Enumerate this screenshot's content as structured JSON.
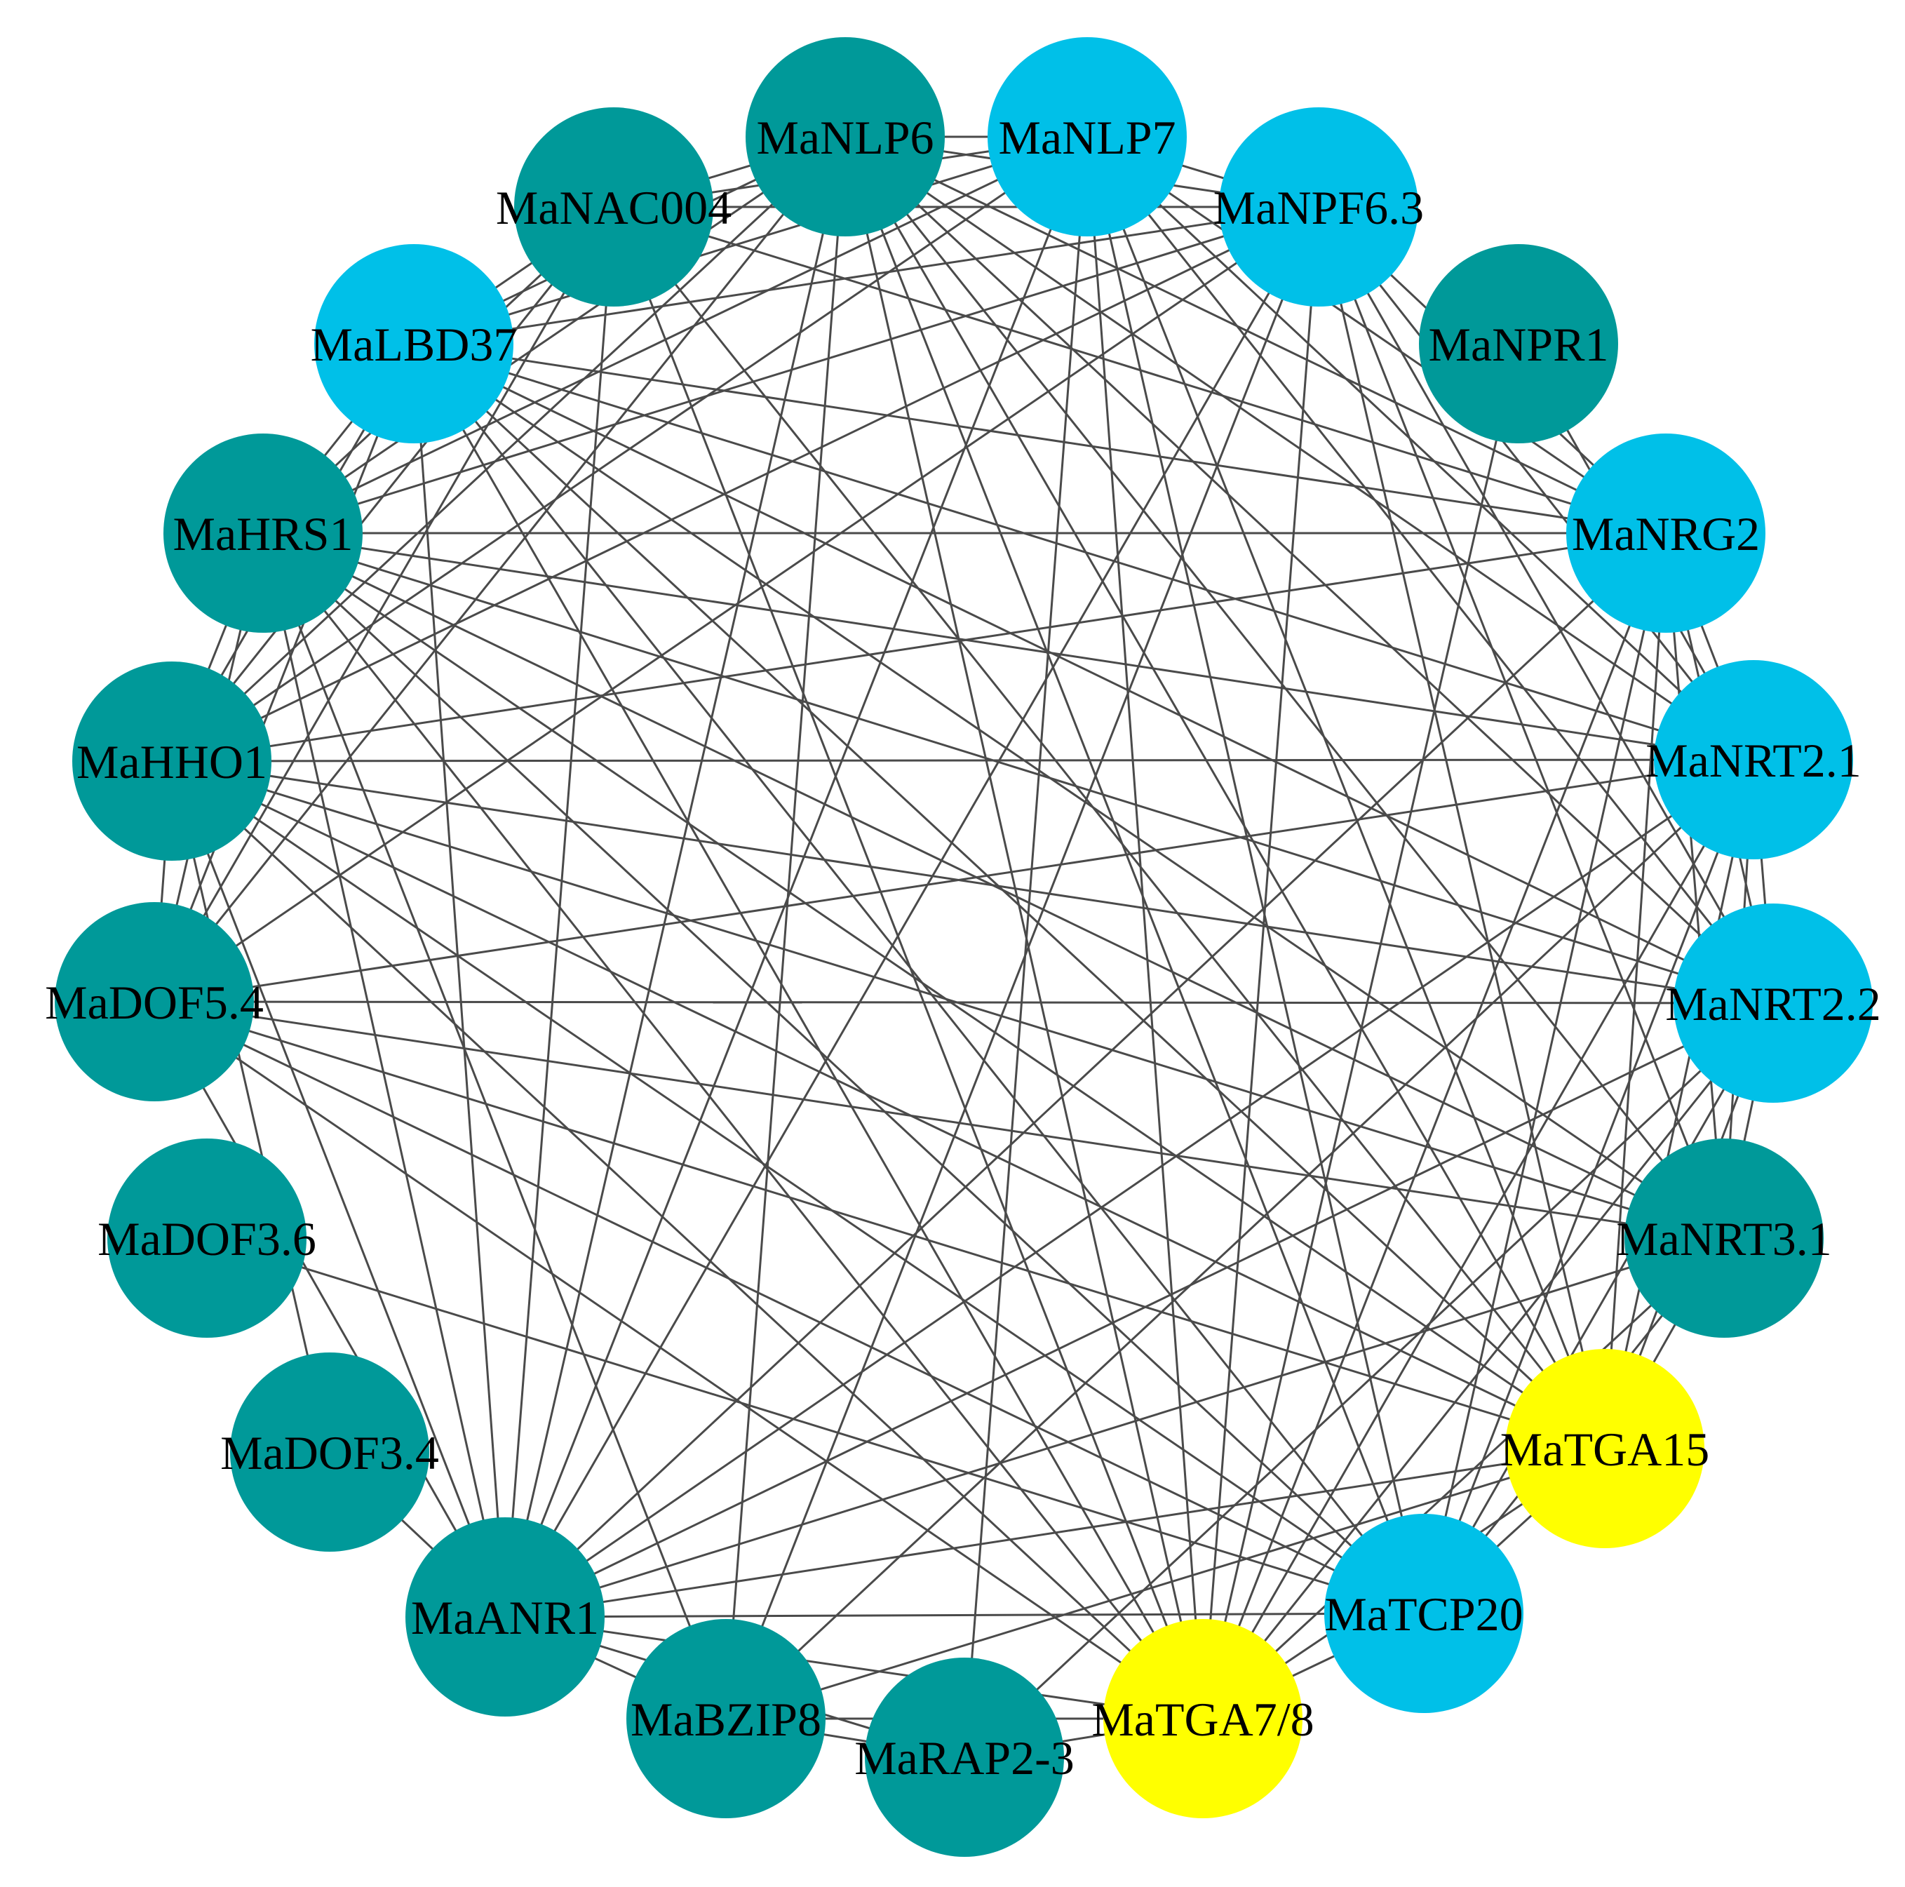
{
  "colors": {
    "teal": "#009999",
    "light_blue": "#00c0e8",
    "yellow": "#ffff00",
    "edge": "#4a4a4a",
    "label": "#000000"
  },
  "nodes": [
    {
      "id": "MaNLP6",
      "label": "MaNLP6",
      "color": "teal"
    },
    {
      "id": "MaNLP7",
      "label": "MaNLP7",
      "color": "light_blue"
    },
    {
      "id": "MaNPF6.3",
      "label": "MaNPF6.3",
      "color": "light_blue"
    },
    {
      "id": "MaNPR1",
      "label": "MaNPR1",
      "color": "teal"
    },
    {
      "id": "MaNRG2",
      "label": "MaNRG2",
      "color": "light_blue"
    },
    {
      "id": "MaNRT2.1",
      "label": "MaNRT2.1",
      "color": "light_blue"
    },
    {
      "id": "MaNRT2.2",
      "label": "MaNRT2.2",
      "color": "light_blue"
    },
    {
      "id": "MaNRT3.1",
      "label": "MaNRT3.1",
      "color": "teal"
    },
    {
      "id": "MaTGA15",
      "label": "MaTGA15",
      "color": "yellow"
    },
    {
      "id": "MaTCP20",
      "label": "MaTCP20",
      "color": "light_blue"
    },
    {
      "id": "MaTGA7/8",
      "label": "MaTGA7/8",
      "color": "yellow"
    },
    {
      "id": "MaRAP2-3",
      "label": "MaRAP2-3",
      "color": "teal"
    },
    {
      "id": "MaBZIP8",
      "label": "MaBZIP8",
      "color": "teal"
    },
    {
      "id": "MaANR1",
      "label": "MaANR1",
      "color": "teal"
    },
    {
      "id": "MaDOF3.4",
      "label": "MaDOF3.4",
      "color": "teal"
    },
    {
      "id": "MaDOF3.6",
      "label": "MaDOF3.6",
      "color": "teal"
    },
    {
      "id": "MaDOF5.4",
      "label": "MaDOF5.4",
      "color": "teal"
    },
    {
      "id": "MaHHO1",
      "label": "MaHHO1",
      "color": "teal"
    },
    {
      "id": "MaHRS1",
      "label": "MaHRS1",
      "color": "teal"
    },
    {
      "id": "MaLBD37",
      "label": "MaLBD37",
      "color": "light_blue"
    },
    {
      "id": "MaNAC004",
      "label": "MaNAC004",
      "color": "teal"
    }
  ],
  "edges": [
    [
      "MaNLP6",
      "MaNLP7"
    ],
    [
      "MaNLP6",
      "MaNPF6.3"
    ],
    [
      "MaNLP6",
      "MaNRG2"
    ],
    [
      "MaNLP6",
      "MaNRT2.1"
    ],
    [
      "MaNLP6",
      "MaNRT2.2"
    ],
    [
      "MaNLP6",
      "MaNRT3.1"
    ],
    [
      "MaNLP6",
      "MaTGA15"
    ],
    [
      "MaNLP6",
      "MaTCP20"
    ],
    [
      "MaNLP6",
      "MaTGA7/8"
    ],
    [
      "MaNLP6",
      "MaBZIP8"
    ],
    [
      "MaNLP6",
      "MaANR1"
    ],
    [
      "MaNLP6",
      "MaDOF5.4"
    ],
    [
      "MaNLP6",
      "MaHHO1"
    ],
    [
      "MaNLP6",
      "MaHRS1"
    ],
    [
      "MaNLP6",
      "MaLBD37"
    ],
    [
      "MaNLP6",
      "MaNAC004"
    ],
    [
      "MaNLP7",
      "MaNPF6.3"
    ],
    [
      "MaNLP7",
      "MaNRG2"
    ],
    [
      "MaNLP7",
      "MaNRT2.1"
    ],
    [
      "MaNLP7",
      "MaNRT2.2"
    ],
    [
      "MaNLP7",
      "MaTGA15"
    ],
    [
      "MaNLP7",
      "MaTCP20"
    ],
    [
      "MaNLP7",
      "MaTGA7/8"
    ],
    [
      "MaNLP7",
      "MaRAP2-3"
    ],
    [
      "MaNLP7",
      "MaANR1"
    ],
    [
      "MaNLP7",
      "MaHHO1"
    ],
    [
      "MaNLP7",
      "MaHRS1"
    ],
    [
      "MaNLP7",
      "MaLBD37"
    ],
    [
      "MaNLP7",
      "MaNAC004"
    ],
    [
      "MaNPF6.3",
      "MaNRG2"
    ],
    [
      "MaNPF6.3",
      "MaNRT2.1"
    ],
    [
      "MaNPF6.3",
      "MaNRT2.2"
    ],
    [
      "MaNPF6.3",
      "MaNRT3.1"
    ],
    [
      "MaNPF6.3",
      "MaTGA15"
    ],
    [
      "MaNPF6.3",
      "MaTGA7/8"
    ],
    [
      "MaNPF6.3",
      "MaBZIP8"
    ],
    [
      "MaNPF6.3",
      "MaANR1"
    ],
    [
      "MaNPF6.3",
      "MaDOF5.4"
    ],
    [
      "MaNPF6.3",
      "MaHHO1"
    ],
    [
      "MaNPF6.3",
      "MaHRS1"
    ],
    [
      "MaNPF6.3",
      "MaLBD37"
    ],
    [
      "MaNPF6.3",
      "MaNAC004"
    ],
    [
      "MaNPR1",
      "MaNRT2.1"
    ],
    [
      "MaNPR1",
      "MaTGA7/8"
    ],
    [
      "MaNRG2",
      "MaNRT2.1"
    ],
    [
      "MaNRG2",
      "MaNRT2.2"
    ],
    [
      "MaNRG2",
      "MaNRT3.1"
    ],
    [
      "MaNRG2",
      "MaTGA15"
    ],
    [
      "MaNRG2",
      "MaTCP20"
    ],
    [
      "MaNRG2",
      "MaTGA7/8"
    ],
    [
      "MaNRG2",
      "MaANR1"
    ],
    [
      "MaNRG2",
      "MaHHO1"
    ],
    [
      "MaNRG2",
      "MaHRS1"
    ],
    [
      "MaNRG2",
      "MaLBD37"
    ],
    [
      "MaNRG2",
      "MaNAC004"
    ],
    [
      "MaNRT2.1",
      "MaNRT2.2"
    ],
    [
      "MaNRT2.1",
      "MaNRT3.1"
    ],
    [
      "MaNRT2.1",
      "MaTGA15"
    ],
    [
      "MaNRT2.1",
      "MaTCP20"
    ],
    [
      "MaNRT2.1",
      "MaTGA7/8"
    ],
    [
      "MaNRT2.1",
      "MaBZIP8"
    ],
    [
      "MaNRT2.1",
      "MaANR1"
    ],
    [
      "MaNRT2.1",
      "MaDOF5.4"
    ],
    [
      "MaNRT2.1",
      "MaHHO1"
    ],
    [
      "MaNRT2.1",
      "MaHRS1"
    ],
    [
      "MaNRT2.1",
      "MaLBD37"
    ],
    [
      "MaNRT2.2",
      "MaNRT3.1"
    ],
    [
      "MaNRT2.2",
      "MaTGA15"
    ],
    [
      "MaNRT2.2",
      "MaTCP20"
    ],
    [
      "MaNRT2.2",
      "MaTGA7/8"
    ],
    [
      "MaNRT2.2",
      "MaRAP2-3"
    ],
    [
      "MaNRT2.2",
      "MaANR1"
    ],
    [
      "MaNRT2.2",
      "MaDOF5.4"
    ],
    [
      "MaNRT2.2",
      "MaHHO1"
    ],
    [
      "MaNRT2.2",
      "MaHRS1"
    ],
    [
      "MaNRT2.2",
      "MaLBD37"
    ],
    [
      "MaNRT3.1",
      "MaTGA15"
    ],
    [
      "MaNRT3.1",
      "MaTCP20"
    ],
    [
      "MaNRT3.1",
      "MaTGA7/8"
    ],
    [
      "MaNRT3.1",
      "MaANR1"
    ],
    [
      "MaNRT3.1",
      "MaDOF5.4"
    ],
    [
      "MaNRT3.1",
      "MaHHO1"
    ],
    [
      "MaNRT3.1",
      "MaHRS1"
    ],
    [
      "MaNRT3.1",
      "MaLBD37"
    ],
    [
      "MaTGA15",
      "MaTCP20"
    ],
    [
      "MaTGA15",
      "MaTGA7/8"
    ],
    [
      "MaTGA15",
      "MaBZIP8"
    ],
    [
      "MaTGA15",
      "MaANR1"
    ],
    [
      "MaTGA15",
      "MaDOF5.4"
    ],
    [
      "MaTGA15",
      "MaHHO1"
    ],
    [
      "MaTGA15",
      "MaHRS1"
    ],
    [
      "MaTGA15",
      "MaLBD37"
    ],
    [
      "MaTGA15",
      "MaNAC004"
    ],
    [
      "MaTCP20",
      "MaTGA7/8"
    ],
    [
      "MaTCP20",
      "MaANR1"
    ],
    [
      "MaTCP20",
      "MaDOF3.6"
    ],
    [
      "MaTCP20",
      "MaDOF5.4"
    ],
    [
      "MaTCP20",
      "MaHHO1"
    ],
    [
      "MaTCP20",
      "MaHRS1"
    ],
    [
      "MaTCP20",
      "MaLBD37"
    ],
    [
      "MaTGA7/8",
      "MaRAP2-3"
    ],
    [
      "MaTGA7/8",
      "MaBZIP8"
    ],
    [
      "MaTGA7/8",
      "MaANR1"
    ],
    [
      "MaTGA7/8",
      "MaDOF5.4"
    ],
    [
      "MaTGA7/8",
      "MaHHO1"
    ],
    [
      "MaTGA7/8",
      "MaHRS1"
    ],
    [
      "MaTGA7/8",
      "MaLBD37"
    ],
    [
      "MaTGA7/8",
      "MaNAC004"
    ],
    [
      "MaRAP2-3",
      "MaBZIP8"
    ],
    [
      "MaRAP2-3",
      "MaANR1"
    ],
    [
      "MaBZIP8",
      "MaANR1"
    ],
    [
      "MaBZIP8",
      "MaHRS1"
    ],
    [
      "MaANR1",
      "MaDOF3.4"
    ],
    [
      "MaANR1",
      "MaDOF5.4"
    ],
    [
      "MaANR1",
      "MaHHO1"
    ],
    [
      "MaANR1",
      "MaHRS1"
    ],
    [
      "MaANR1",
      "MaLBD37"
    ],
    [
      "MaANR1",
      "MaNAC004"
    ],
    [
      "MaDOF3.4",
      "MaHHO1"
    ],
    [
      "MaDOF5.4",
      "MaHHO1"
    ],
    [
      "MaDOF5.4",
      "MaHRS1"
    ],
    [
      "MaDOF5.4",
      "MaLBD37"
    ],
    [
      "MaDOF5.4",
      "MaNAC004"
    ],
    [
      "MaHHO1",
      "MaHRS1"
    ],
    [
      "MaHHO1",
      "MaLBD37"
    ],
    [
      "MaHHO1",
      "MaNAC004"
    ],
    [
      "MaHRS1",
      "MaLBD37"
    ],
    [
      "MaHRS1",
      "MaNAC004"
    ],
    [
      "MaLBD37",
      "MaNAC004"
    ]
  ]
}
